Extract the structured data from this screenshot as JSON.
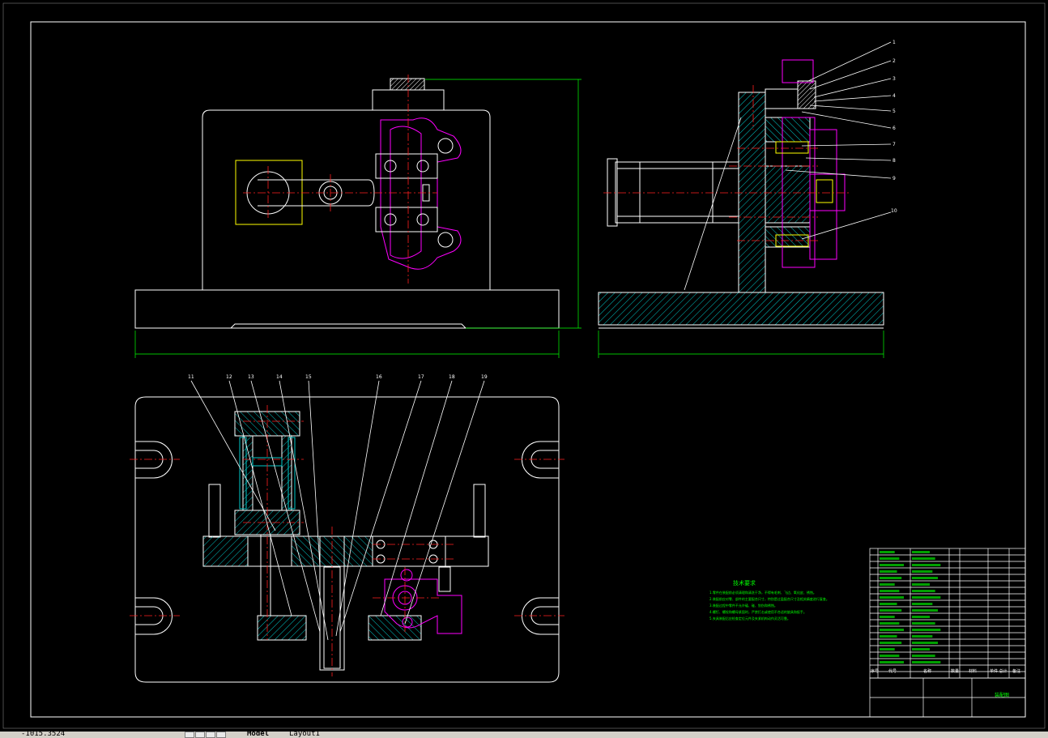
{
  "notes": {
    "title": "技术要求",
    "lines": [
      "1.零件在装配前必须清理和清洗干净，不得有毛刺、飞边、氧化皮、锈蚀。",
      "2.装配前应对零、部件的主要配合尺寸，特别是过盈配合尺寸及相关精度进行复查。",
      "3.装配过程中零件不允许磕、碰、划伤和锈蚀。",
      "4.螺钉、螺栓和螺母紧固时，严禁打击或使用不合适的旋具和扳手。",
      "5.夹具装配后应检查定位元件及夹紧机构动作灵活可靠。"
    ]
  },
  "balloons": {
    "side": [
      "1",
      "2",
      "3",
      "4",
      "5",
      "6",
      "7",
      "8",
      "9",
      "10"
    ],
    "bottom": [
      "11",
      "12",
      "13",
      "14",
      "15",
      "16",
      "17",
      "18",
      "19"
    ]
  },
  "bom_header": {
    "seq": "序号",
    "code": "代号",
    "name": "名称",
    "qty": "数量",
    "material": "材料",
    "weight": "单件 总计",
    "remark": "备注"
  },
  "title_block": {
    "drawing_name": "装配图"
  },
  "statusbar": {
    "coords": "-1015.3524",
    "tab_model": "Model",
    "tab_layout": "Layout1"
  },
  "colors": {
    "outline": "#ffffff",
    "centerline": "#ff2020",
    "hatch": "#00c8c8",
    "part": "#ff00ff",
    "yellow": "#ffff00",
    "text": "#00ff00"
  }
}
